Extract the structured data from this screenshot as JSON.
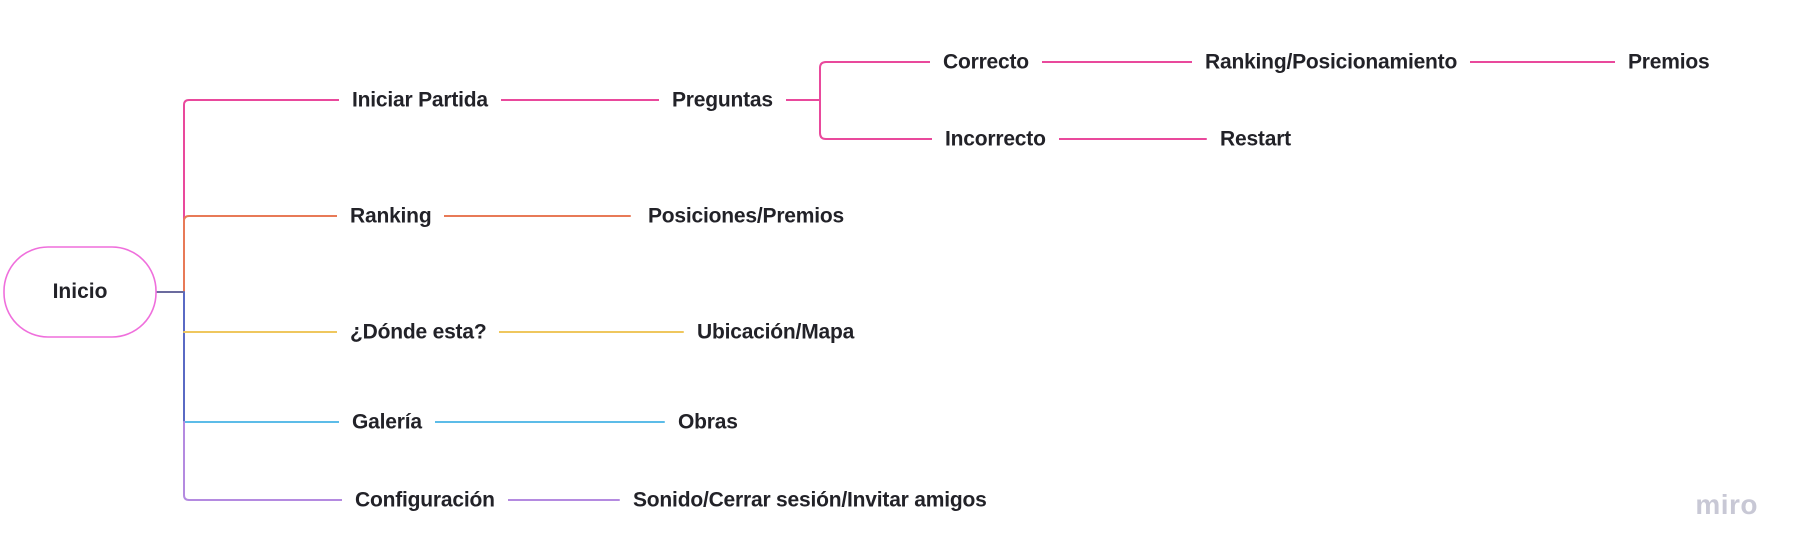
{
  "app": "miro-board-canvas",
  "watermark": {
    "label": "miro"
  },
  "colors": {
    "pink": "#e9499c",
    "node_border": "#ef6fdc",
    "salmon": "#e87a57",
    "yellow": "#efc75e",
    "blue": "#5cbce8",
    "violet": "#b48ae0",
    "indigo": "#5a6ac4",
    "connector": "#6b6b9e",
    "text": "#222228",
    "watermark_gray": "#c8c8d5"
  },
  "mindmap": {
    "root": {
      "label": "Inicio"
    },
    "branches": [
      {
        "label": "Iniciar Partida",
        "color": "#e9499c",
        "children": [
          {
            "label": "Preguntas",
            "children": [
              {
                "label": "Correcto",
                "children": [
                  {
                    "label": "Ranking/Posicionamiento",
                    "children": [
                      {
                        "label": "Premios",
                        "children": []
                      }
                    ]
                  }
                ]
              },
              {
                "label": "Incorrecto",
                "children": [
                  {
                    "label": "Restart",
                    "children": []
                  }
                ]
              }
            ]
          }
        ]
      },
      {
        "label": "Ranking",
        "color": "#e87a57",
        "children": [
          {
            "label": "Posiciones/Premios",
            "children": []
          }
        ]
      },
      {
        "label": "¿Dónde esta?",
        "color": "#efc75e",
        "children": [
          {
            "label": "Ubicación/Mapa",
            "children": []
          }
        ]
      },
      {
        "label": "Galería",
        "color": "#5cbce8",
        "children": [
          {
            "label": "Obras",
            "children": []
          }
        ]
      },
      {
        "label": "Configuración",
        "color": "#b48ae0",
        "children": [
          {
            "label": "Sonido/Cerrar sesión/Invitar amigos",
            "children": []
          }
        ]
      }
    ]
  }
}
